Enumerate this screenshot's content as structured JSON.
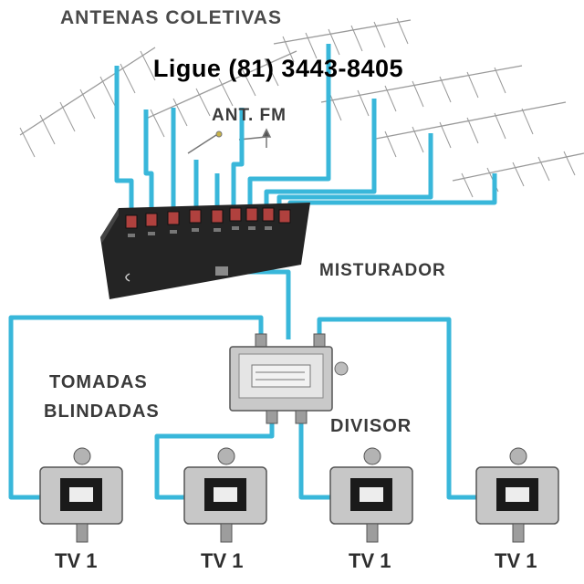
{
  "labels": {
    "title": "ANTENAS COLETIVAS",
    "phone": "Ligue (81) 3443-8405",
    "fm_antenna": "ANT. FM",
    "mixer": "MISTURADOR",
    "outlets_line1": "TOMADAS",
    "outlets_line2": "BLINDADAS",
    "splitter": "DIVISOR",
    "tv_outlets": [
      "TV 1",
      "TV 1",
      "TV 1",
      "TV 1"
    ]
  },
  "colors": {
    "cable": "#39b7da",
    "antenna": "#9a9a9a",
    "mixer_body": "#242424",
    "connector": "#b0413e",
    "device_metal": "#9d9d9d",
    "label": "#3a3a3a",
    "phone": "#000000"
  },
  "icons": [
    "yagi-antenna-icon",
    "fm-antenna-icon",
    "mixer-icon",
    "splitter-icon",
    "outlet-icon"
  ]
}
